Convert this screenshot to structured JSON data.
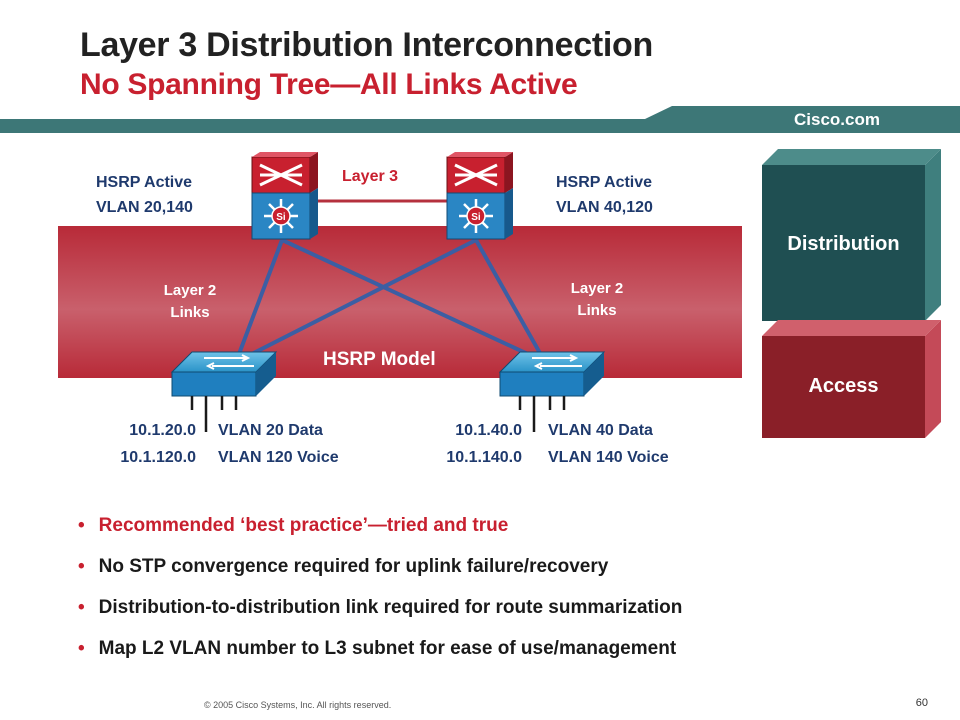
{
  "slide": {
    "title": "Layer 3 Distribution Interconnection",
    "subtitle": "No Spanning Tree—All Links Active",
    "brand": "Cisco.com",
    "footer": "© 2005 Cisco Systems, Inc. All rights reserved.",
    "page_number": "60"
  },
  "diagram": {
    "left_distribution": {
      "role": "HSRP Active",
      "vlans": "VLAN 20,140"
    },
    "right_distribution": {
      "role": "HSRP Active",
      "vlans": "VLAN 40,120"
    },
    "interconnect_label": "Layer 3",
    "left_links_label": [
      "Layer 2",
      "Links"
    ],
    "right_links_label": [
      "Layer 2",
      "Links"
    ],
    "model_label": "HSRP Model",
    "router_badge": "Si",
    "left_access": {
      "subnets": [
        "10.1.20.0",
        "10.1.120.0"
      ],
      "vlans": [
        "VLAN 20 Data",
        "VLAN 120 Voice"
      ]
    },
    "right_access": {
      "subnets": [
        "10.1.40.0",
        "10.1.140.0"
      ],
      "vlans": [
        "VLAN 40 Data",
        "VLAN 140 Voice"
      ]
    },
    "layers": {
      "distribution": "Distribution",
      "access": "Access"
    },
    "colors": {
      "band": "#b5303d",
      "link": "#3c5ea3",
      "distribution": "#1f4f52",
      "access": "#8a1f28"
    }
  },
  "bullets": [
    "Recommended ‘best practice’—tried and true",
    "No STP convergence required for uplink failure/recovery",
    "Distribution-to-distribution link required for route summarization",
    "Map L2 VLAN number to L3 subnet for ease of use/management"
  ]
}
